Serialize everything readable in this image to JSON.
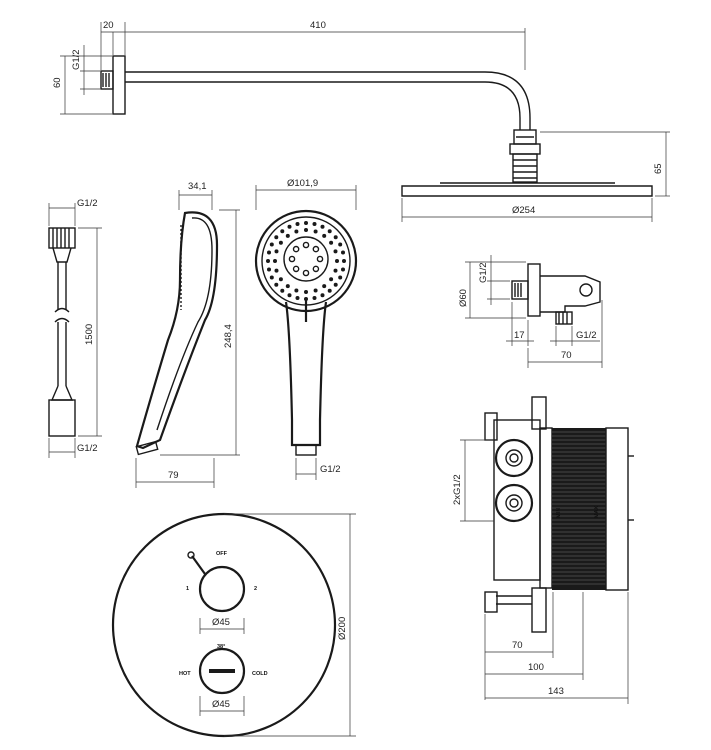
{
  "overhead_shower": {
    "arm_length": "410",
    "wall_offset": "20",
    "thread": "G1/2",
    "flange_height": "60",
    "head_height": "65",
    "head_diameter": "Ø254"
  },
  "hose": {
    "length": "1500",
    "thread_top": "G1/2",
    "thread_bottom": "G1/2"
  },
  "hand_shower": {
    "depth": "34,1",
    "length": "248,4",
    "base_width": "79",
    "head_diameter": "Ø101,9",
    "thread": "G1/2"
  },
  "wall_outlet": {
    "thread_vertical": "G1/2",
    "height": "Ø60",
    "depth": "17",
    "thread_horizontal": "G1/2",
    "width": "70"
  },
  "faceplate": {
    "diameter": "Ø200",
    "diverter_knob": "Ø45",
    "thermostat_knob": "Ø45",
    "diverter_labels": {
      "off": "OFF",
      "one": "1",
      "two": "2"
    },
    "thermostat_labels": {
      "hot": "HOT",
      "cold": "COLD",
      "limit": "38°"
    }
  },
  "valve_body": {
    "inlets": "2xG1/2",
    "min_label": "MIN",
    "max_label": "MAX",
    "dim_70": "70",
    "dim_100": "100",
    "dim_143": "143"
  }
}
